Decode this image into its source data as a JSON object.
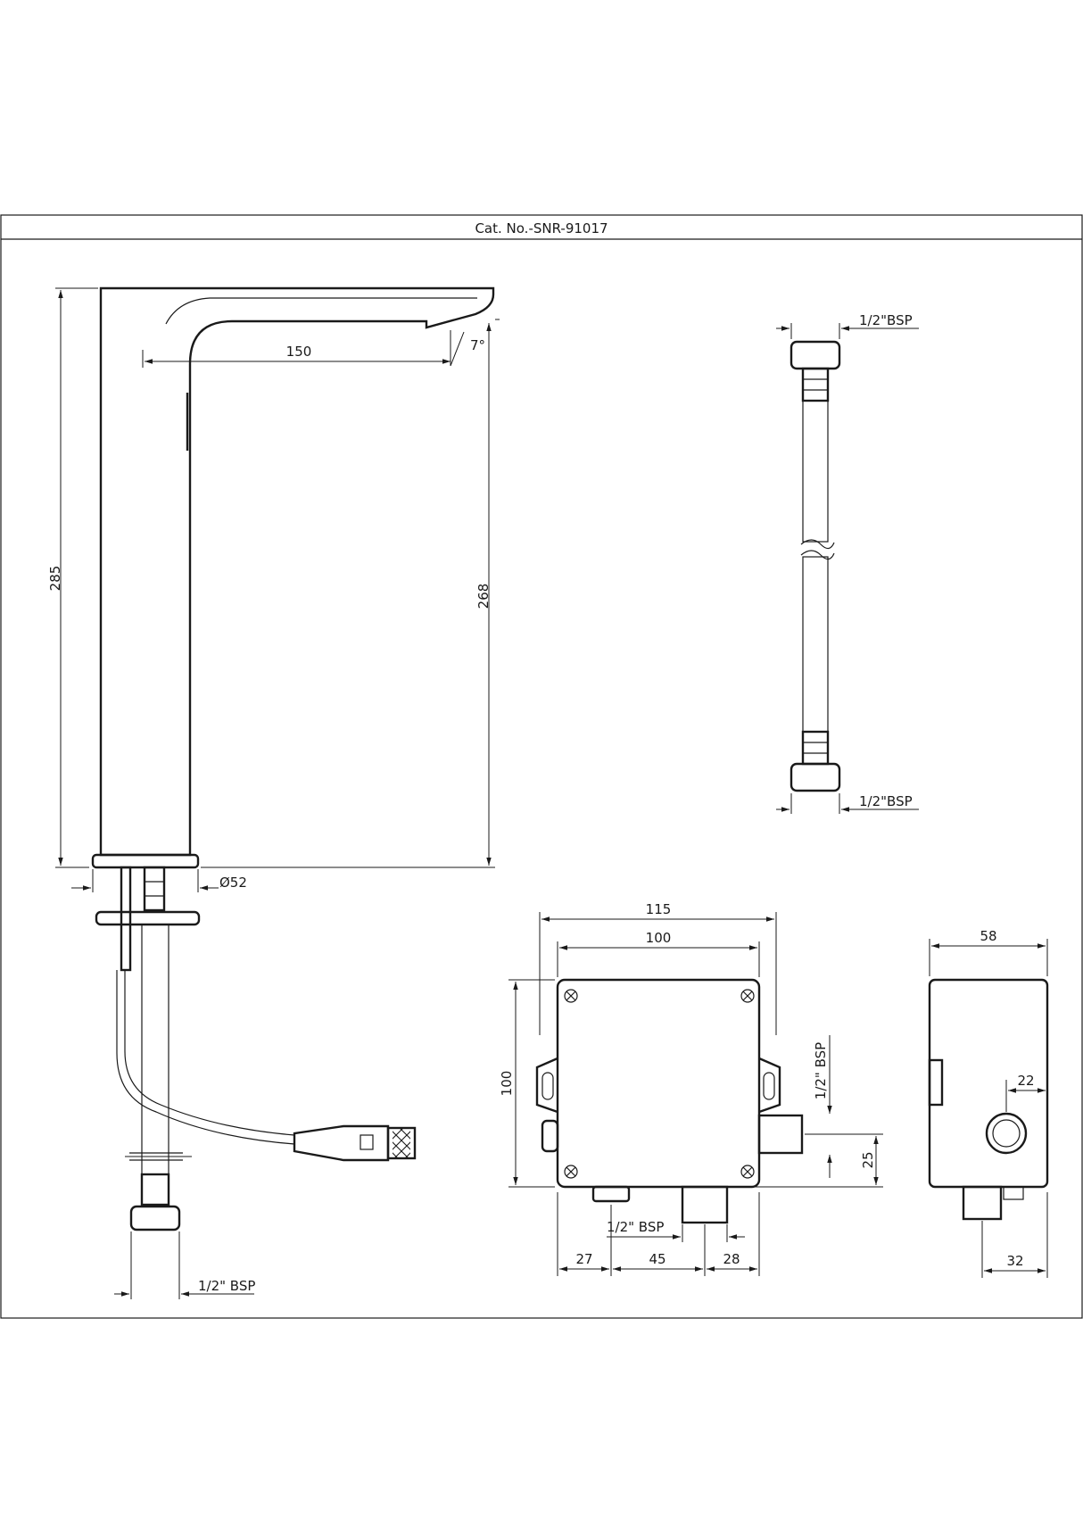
{
  "header": {
    "catalog_number": "Cat. No.-SNR-91017"
  },
  "faucet": {
    "dim_spout_reach": "150",
    "dim_spout_angle": "7°",
    "dim_total_height": "285",
    "dim_body_height": "268",
    "dim_base_diameter": "Ø52",
    "dim_inlet_thread": "1/2\" BSP"
  },
  "hose": {
    "top_thread": "1/2\"BSP",
    "bottom_thread": "1/2\"BSP"
  },
  "control_box": {
    "dim_width_overall": "115",
    "dim_width_body": "100",
    "dim_height": "100",
    "dim_side_outlet_thread": "1/2\" BSP",
    "dim_side_outlet_offset": "25",
    "dim_bottom_outlet_thread": "1/2\" BSP",
    "dim_bottom_27": "27",
    "dim_bottom_45": "45",
    "dim_bottom_28": "28"
  },
  "side_view": {
    "dim_depth": "58",
    "dim_port_offset": "22",
    "dim_outlet_offset": "32"
  }
}
